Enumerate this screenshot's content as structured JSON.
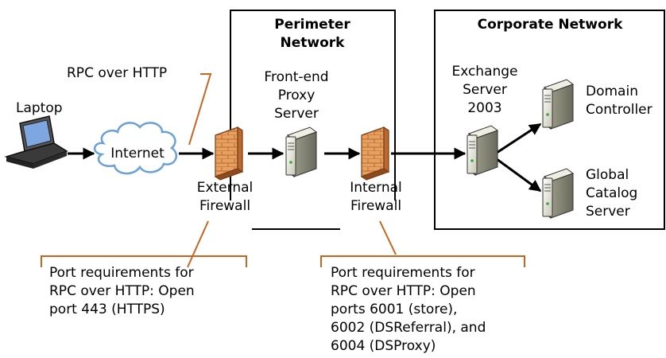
{
  "zones": {
    "perimeter": {
      "title": "Perimeter\nNetwork"
    },
    "corporate": {
      "title": "Corporate Network"
    }
  },
  "nodes": {
    "laptop": {
      "label": "Laptop",
      "icon": "laptop-icon"
    },
    "internet": {
      "label": "Internet",
      "icon": "cloud-icon"
    },
    "external_firewall": {
      "label": "External\nFirewall",
      "icon": "firewall-icon"
    },
    "proxy": {
      "label": "Front-end\nProxy\nServer",
      "icon": "server-icon"
    },
    "internal_firewall": {
      "label": "Internal\nFirewall",
      "icon": "firewall-icon"
    },
    "exchange": {
      "label": "Exchange\nServer\n2003",
      "icon": "server-icon"
    },
    "domain_controller": {
      "label": "Domain\nController",
      "icon": "server-icon"
    },
    "global_catalog": {
      "label": "Global\nCatalog\nServer",
      "icon": "server-icon"
    }
  },
  "callouts": {
    "rpc": "RPC over HTTP",
    "external_ports": "Port requirements for\nRPC over HTTP: Open\nport 443 (HTTPS)",
    "internal_ports": "Port requirements for\nRPC over HTTP: Open\nports 6001 (store),\n6002 (DSReferral), and\n6004 (DSProxy)"
  },
  "colors": {
    "callout_line": "#c8641e",
    "cloud_stroke": "#6aa0d8",
    "brick": "#e8a060",
    "arrow": "#000000"
  }
}
